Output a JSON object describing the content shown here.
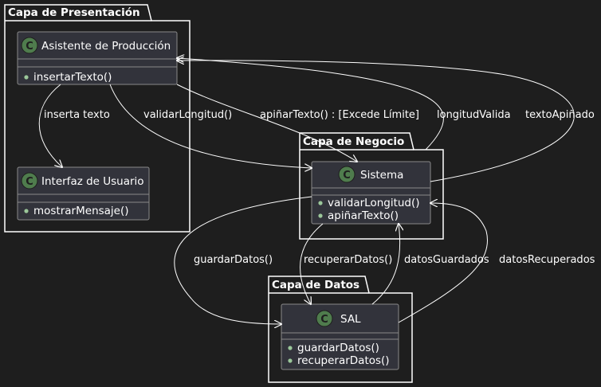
{
  "packages": {
    "presentacion": "Capa de Presentación",
    "negocio": "Capa de Negocio",
    "datos": "Capa de Datos"
  },
  "classes": {
    "asistente": {
      "stereotype": "C",
      "name": "Asistente de Producción",
      "members": [
        "insertarTexto()"
      ]
    },
    "interfaz": {
      "stereotype": "C",
      "name": "Interfaz de Usuario",
      "members": [
        "mostrarMensaje()"
      ]
    },
    "sistema": {
      "stereotype": "C",
      "name": "Sistema",
      "members": [
        "validarLongitud()",
        "apiñarTexto()"
      ]
    },
    "sal": {
      "stereotype": "C",
      "name": "SAL",
      "members": [
        "guardarDatos()",
        "recuperarDatos()"
      ]
    }
  },
  "edges": {
    "inserta": "inserta texto",
    "validar": "validarLongitud()",
    "apinar": "apiñarTexto() : [Excede Límite]",
    "longitud": "longitudValida",
    "textoApinado": "textoApiñado",
    "guardar": "guardarDatos()",
    "recuperar": "recuperarDatos()",
    "datosGuardados": "datosGuardados",
    "datosRecuperados": "datosRecuperados"
  },
  "colors": {
    "background": "#1e1e1e",
    "class_fill": "#32333b",
    "stroke": "#ffffff",
    "class_border": "#8a8a8a",
    "circle": "#4f7c4d"
  }
}
